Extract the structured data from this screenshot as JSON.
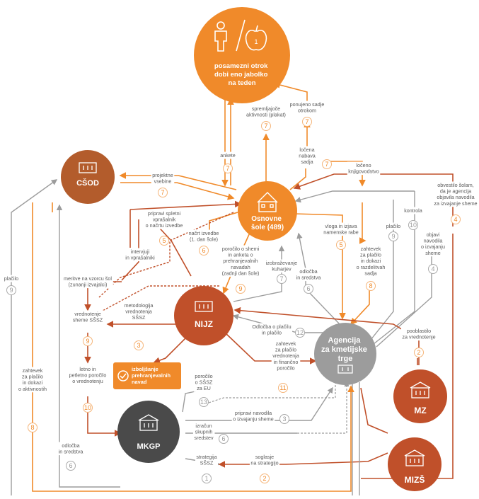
{
  "nodes": {
    "child": {
      "title": [
        "posamezni otrok",
        "dobi eno jabolko",
        "na teden"
      ]
    },
    "school": {
      "title": [
        "Osnovne",
        "šole (489)"
      ]
    },
    "csod": {
      "title": [
        "CŠOD"
      ]
    },
    "nijz": {
      "title": [
        "NIJZ"
      ]
    },
    "akt": {
      "title": [
        "Agencija",
        "za kmetijske",
        "trge"
      ]
    },
    "mkgp": {
      "title": [
        "MKGP"
      ]
    },
    "mz": {
      "title": [
        "MZ"
      ]
    },
    "mizs": {
      "title": [
        "MIZŠ"
      ]
    }
  },
  "labels": {
    "ankete": {
      "lines": [
        "ankete"
      ],
      "num": "7"
    },
    "spremljajoce": {
      "lines": [
        "spremljajoče",
        "aktivnosti (plakat)"
      ],
      "num": "7"
    },
    "ponujeno": {
      "lines": [
        "ponujeno sadje",
        "otrokom"
      ],
      "num": "7"
    },
    "loceno_nabava": {
      "lines": [
        "ločena",
        "nabava",
        "sadja"
      ],
      "num": "7"
    },
    "projektne": {
      "lines": [
        "projektne",
        "vsebine"
      ],
      "num": "7"
    },
    "loceno_knjig": {
      "lines": [
        "ločeno",
        "knjigovodstvo"
      ]
    },
    "obvestilo": {
      "lines": [
        "obvestilo šolam,",
        "da je agencija",
        "objavila navodila",
        "za izvajanje sheme"
      ],
      "num": "4"
    },
    "kontrola": {
      "lines": [
        "kontrola"
      ],
      "num": "10"
    },
    "placilo_top": {
      "lines": [
        "plačilo"
      ],
      "num": "9"
    },
    "objavi": {
      "lines": [
        "objavi",
        "navodila",
        "o izvajanju",
        "sheme"
      ],
      "num": "4"
    },
    "pripravi_spletni": {
      "lines": [
        "pripravi spletni",
        "vprašalnik",
        "o načrtu izvedbe"
      ],
      "num": "5"
    },
    "nacrt": {
      "lines": [
        "načrt izvedbe",
        "(1. dan šole)"
      ],
      "num": "6"
    },
    "porocilo_soli": {
      "lines": [
        "poročilo o shemi",
        "in anketa o",
        "prehranjevalnih",
        "navadah",
        "(zadnji dan šole)"
      ],
      "num": "9"
    },
    "vloga": {
      "lines": [
        "vloga in izjava",
        "namenske rabe"
      ],
      "num": "5"
    },
    "zahtevek_sadje": {
      "lines": [
        "zahtevek",
        "za plačilo",
        "in dokazi",
        "o razdelitvah",
        "sadja"
      ],
      "num": "8"
    },
    "intervjuji": {
      "lines": [
        "intervjuji",
        "in vprašalniki"
      ]
    },
    "meritve": {
      "lines": [
        "meritve na vzorcu šol",
        "(zunanji izvajalci)"
      ]
    },
    "izobrazevanje": {
      "lines": [
        "izobraževanje",
        "kuharjev"
      ],
      "num": "7"
    },
    "odlocba_akt": {
      "lines": [
        "odločba",
        "in sredstva"
      ],
      "num": "6"
    },
    "metodologija": {
      "lines": [
        "metodologija",
        "vrednotenja",
        "SŠSZ"
      ],
      "num": "3"
    },
    "vrednotenje": {
      "lines": [
        "vrednotenje",
        "sheme SŠSZ"
      ],
      "num": "9"
    },
    "odlocba_placilu": {
      "lines": [
        "Odločba o plačilu",
        "in plačilo"
      ],
      "num": "12"
    },
    "pooblastilo": {
      "lines": [
        "pooblastilo",
        "za vrednotenje"
      ],
      "num": "2"
    },
    "zahtevek_vrednotenje": {
      "lines": [
        "zahtevek",
        "za plačilo",
        "vrednotenja",
        "in finančno",
        "poročilo"
      ],
      "num": "11"
    },
    "letno": {
      "lines": [
        "letno in",
        "petletno poročilo",
        "o vrednotenju"
      ],
      "num": "10"
    },
    "izboljsanje": {
      "lines": [
        "izboljšanje",
        "prehranjevalnih",
        "navad"
      ]
    },
    "porocilo_eu": {
      "lines": [
        "poročilo",
        "o SŠSZ",
        "za EU"
      ],
      "num": "13"
    },
    "pripravi_navodila": {
      "lines": [
        "pripravi navodila",
        "o izvajanju sheme"
      ],
      "num": "3"
    },
    "izracun": {
      "lines": [
        "izračun",
        "skupnih",
        "sredstev"
      ],
      "num": "6"
    },
    "strategija": {
      "lines": [
        "strategija",
        "SŠSZ"
      ],
      "num": "1"
    },
    "soglasje": {
      "lines": [
        "soglasje",
        "na strategijo"
      ],
      "num": "2"
    },
    "zahtevek_aktivnosti": {
      "lines": [
        "zahtevek",
        "za plačilo",
        "in dokazi",
        "o aktivnostih"
      ],
      "num": "8"
    },
    "odlocba_csod": {
      "lines": [
        "odločba",
        "in sredstva"
      ],
      "num": "6"
    },
    "placilo_left": {
      "lines": [
        "plačilo"
      ],
      "num": "9"
    }
  },
  "colors": {
    "orange": "#f08a2a",
    "rust": "#c0502a",
    "grey": "#9a9a9a",
    "dark": "#5a5a5a"
  },
  "icons": [
    "child-icon",
    "apple-icon",
    "school-building-icon",
    "office-building-icon",
    "checkmark-icon"
  ]
}
